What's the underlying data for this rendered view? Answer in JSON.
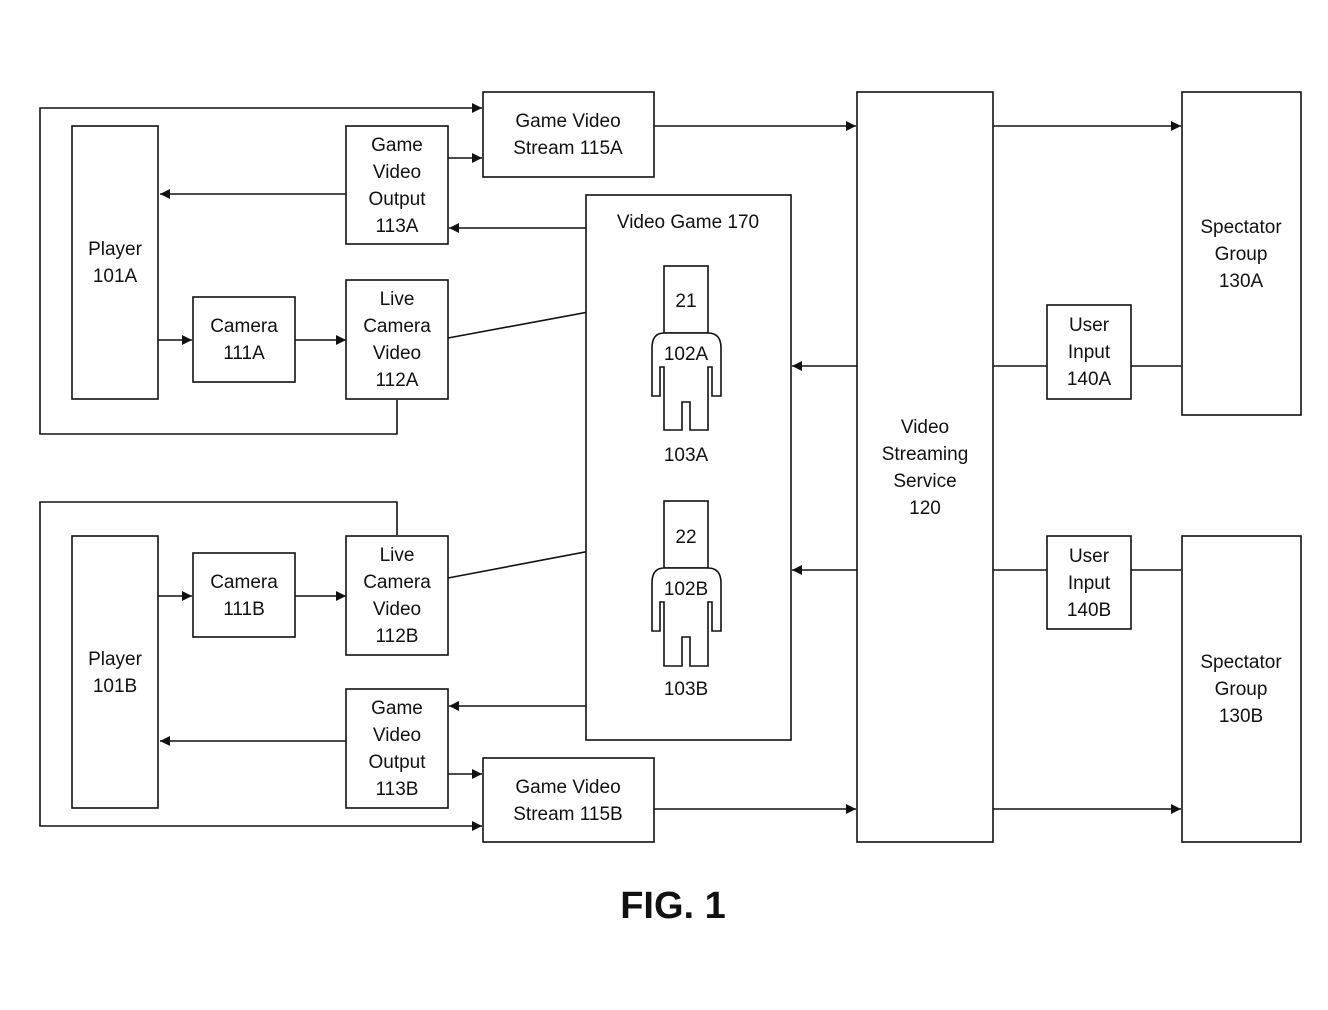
{
  "figure_label": "FIG. 1",
  "nodes": {
    "game_video_stream_a": [
      "Game Video",
      "Stream 115A"
    ],
    "game_video_output_a": [
      "Game",
      "Video",
      "Output",
      "113A"
    ],
    "player_a": [
      "Player",
      "101A"
    ],
    "camera_a": [
      "Camera",
      "111A"
    ],
    "live_camera_video_a": [
      "Live",
      "Camera",
      "Video",
      "112A"
    ],
    "video_game": [
      "Video Game 170"
    ],
    "avatar_a_id": [
      "21"
    ],
    "avatar_a_char": [
      "102A"
    ],
    "avatar_a_label": [
      "103A"
    ],
    "avatar_b_id": [
      "22"
    ],
    "avatar_b_char": [
      "102B"
    ],
    "avatar_b_label": [
      "103B"
    ],
    "video_streaming_service": [
      "Video",
      "Streaming",
      "Service",
      "120"
    ],
    "spectator_group_a": [
      "Spectator",
      "Group",
      "130A"
    ],
    "user_input_a": [
      "User",
      "Input",
      "140A"
    ],
    "player_b": [
      "Player",
      "101B"
    ],
    "camera_b": [
      "Camera",
      "111B"
    ],
    "live_camera_video_b": [
      "Live",
      "Camera",
      "Video",
      "112B"
    ],
    "game_video_output_b": [
      "Game",
      "Video",
      "Output",
      "113B"
    ],
    "game_video_stream_b": [
      "Game Video",
      "Stream 115B"
    ],
    "user_input_b": [
      "User",
      "Input",
      "140B"
    ],
    "spectator_group_b": [
      "Spectator",
      "Group",
      "130B"
    ]
  }
}
